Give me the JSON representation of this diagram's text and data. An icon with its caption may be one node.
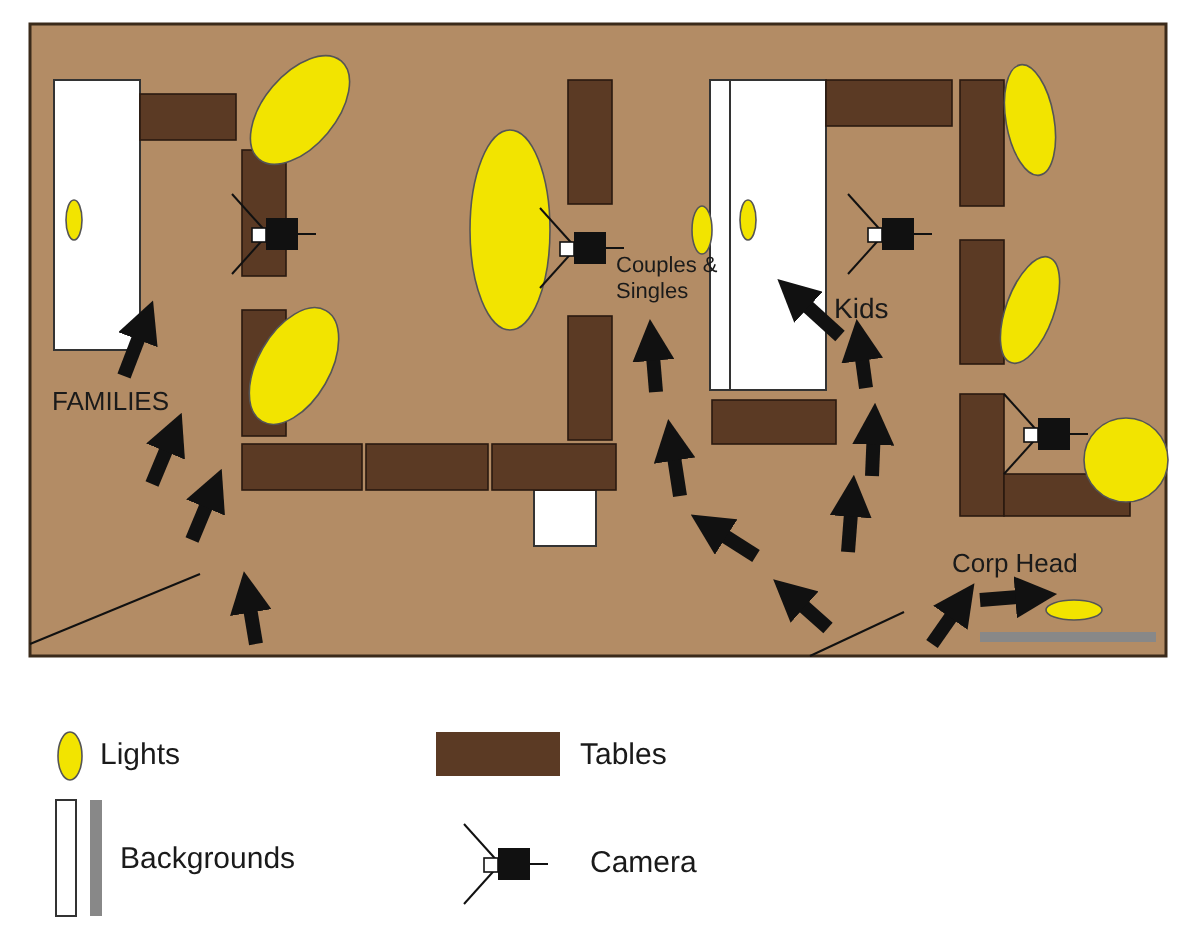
{
  "diagram": {
    "labels": [
      "FAMILIES",
      "Couples & Singles",
      "Kids",
      "Corp Head"
    ],
    "legend": [
      {
        "text": "Lights",
        "color": "#f2e400"
      },
      {
        "text": "Tables",
        "color": "#5b3a24"
      },
      {
        "text": "Backgrounds"
      },
      {
        "text": "Camera"
      }
    ]
  }
}
